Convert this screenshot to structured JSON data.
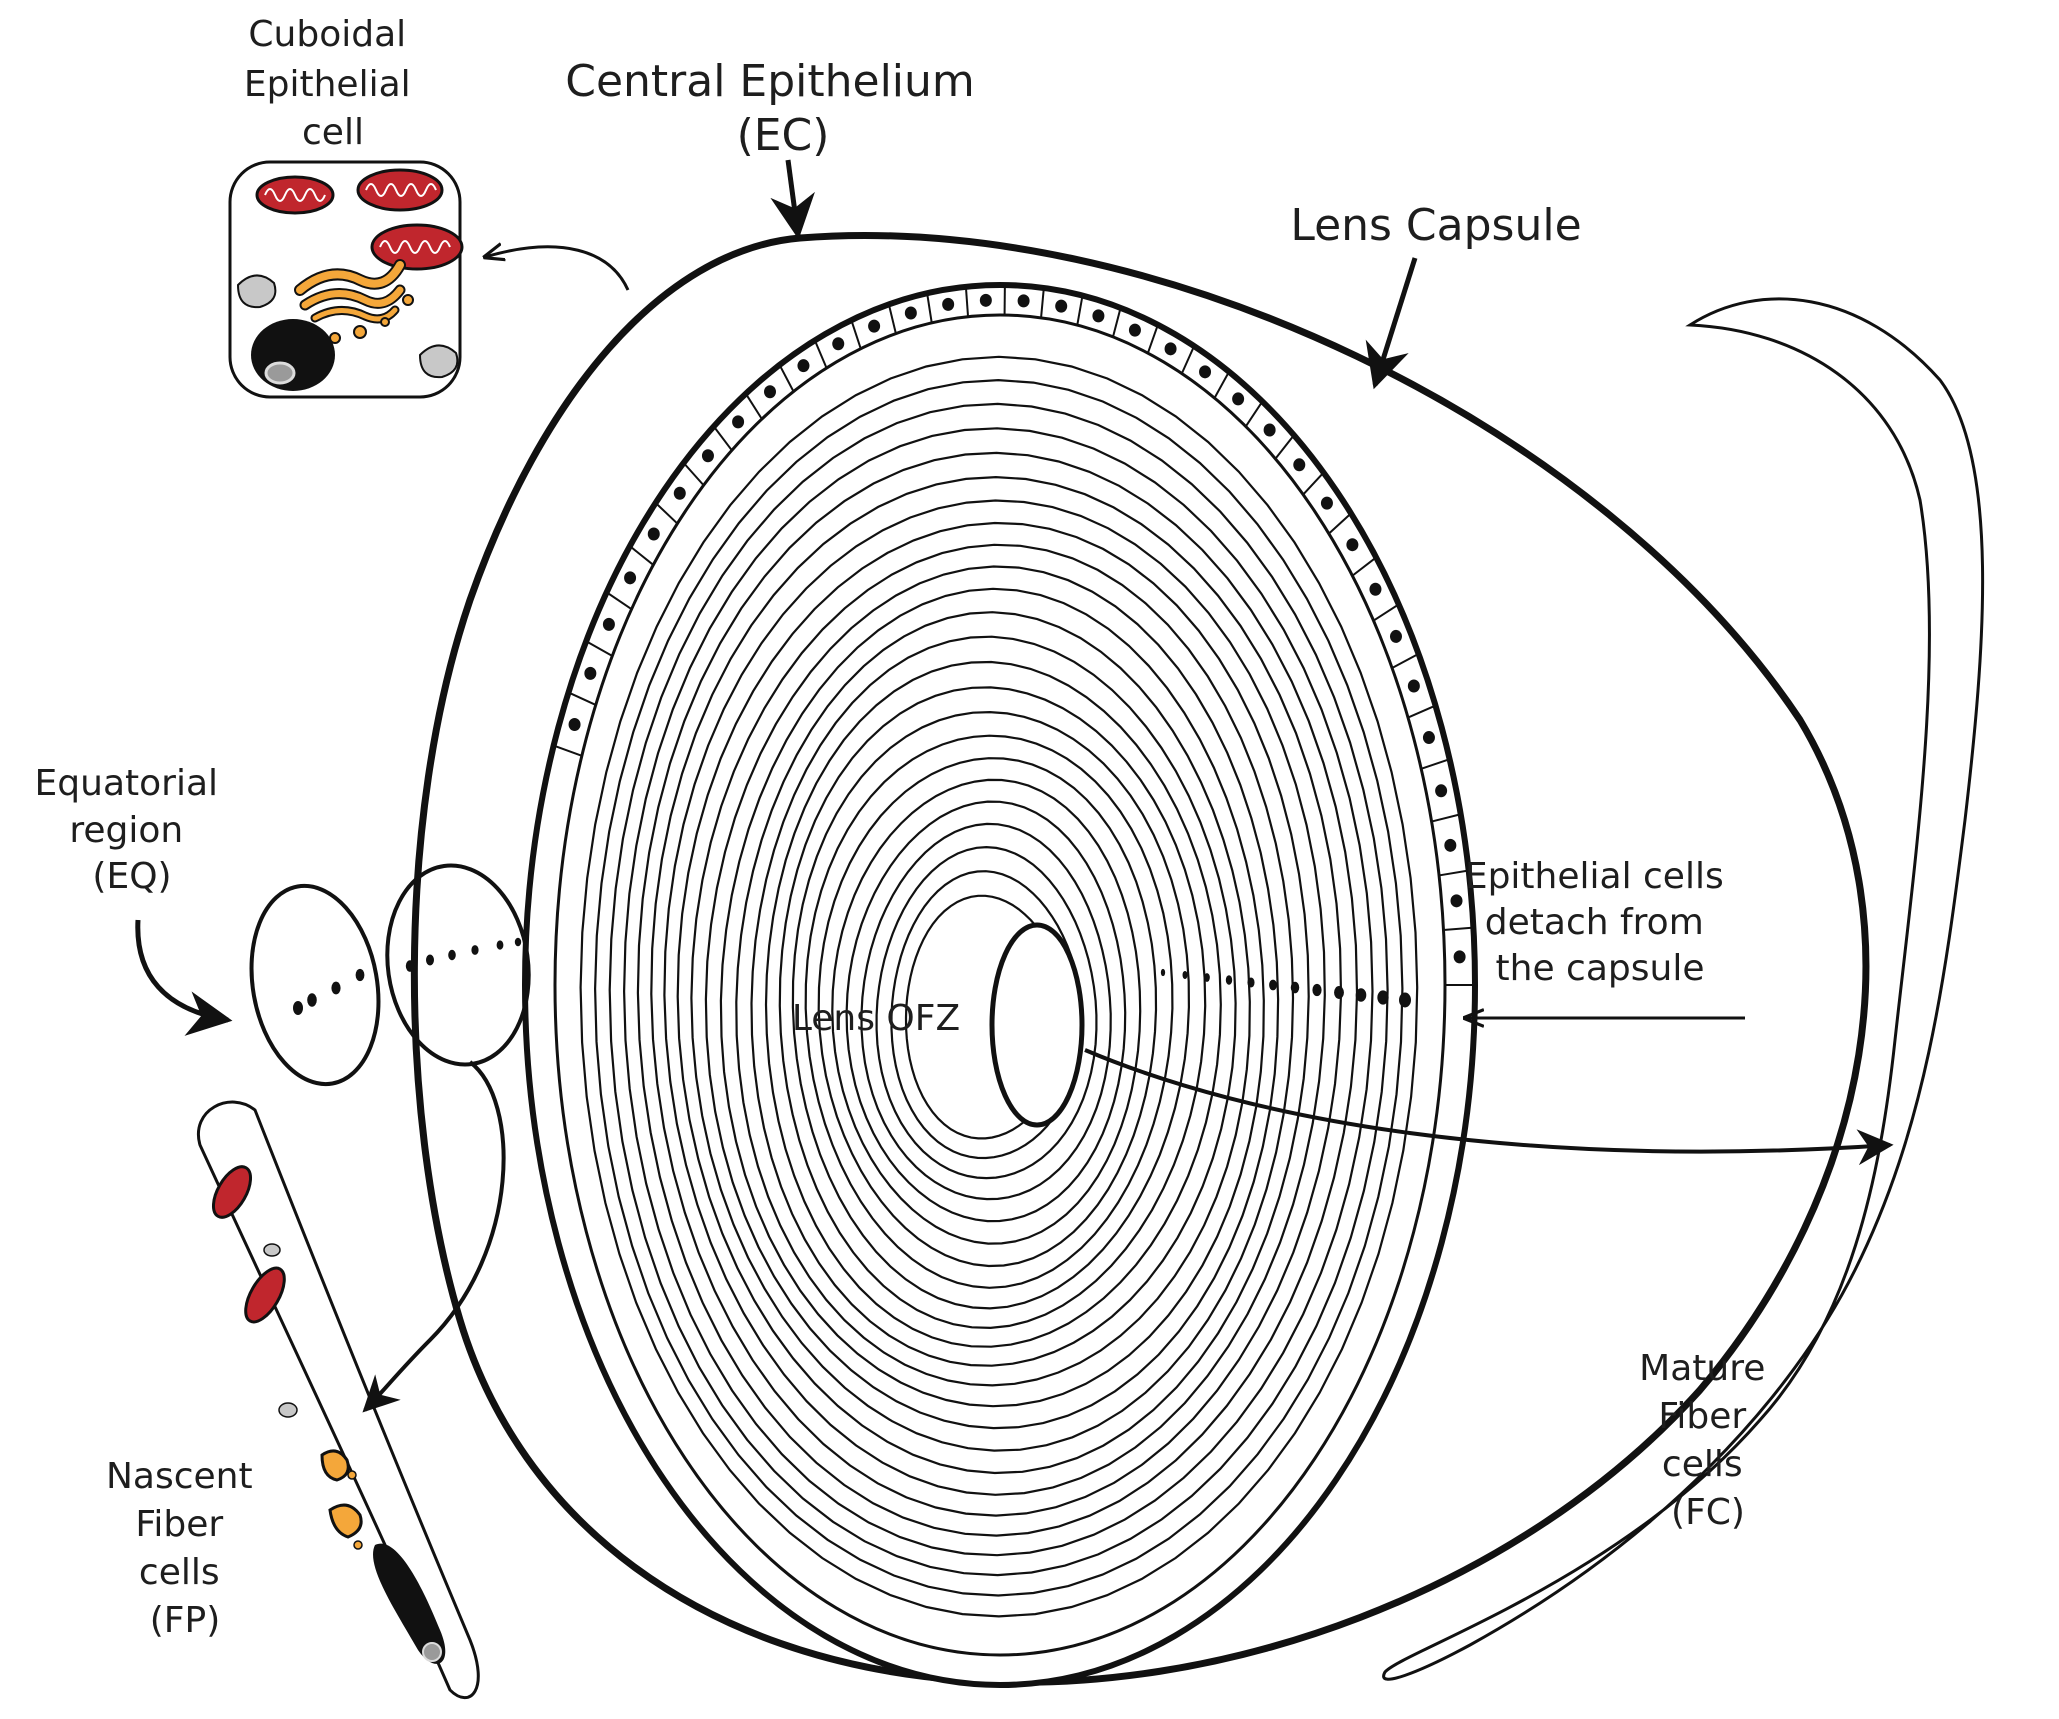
{
  "labels": {
    "cuboidal": [
      "Cuboidal",
      "Epithelial",
      "cell"
    ],
    "central": [
      "Central Epithelium",
      "(EC)"
    ],
    "capsule": "Lens Capsule",
    "equatorial": [
      "Equatorial",
      "region",
      "(EQ)"
    ],
    "detach": [
      "Epithelial cells",
      "detach from",
      "the capsule"
    ],
    "ofz": "Lens OFZ",
    "mature": [
      "Mature",
      "Fiber",
      "cells",
      "(FC)"
    ],
    "nascent": [
      "Nascent",
      "Fiber",
      "cells",
      "(FP)"
    ]
  },
  "colors": {
    "line": "#111111",
    "mitochondria": "#c0262d",
    "golgi": "#f4a73a",
    "vesicle_gray": "#c8c8c8",
    "nucleus": "#111111"
  }
}
